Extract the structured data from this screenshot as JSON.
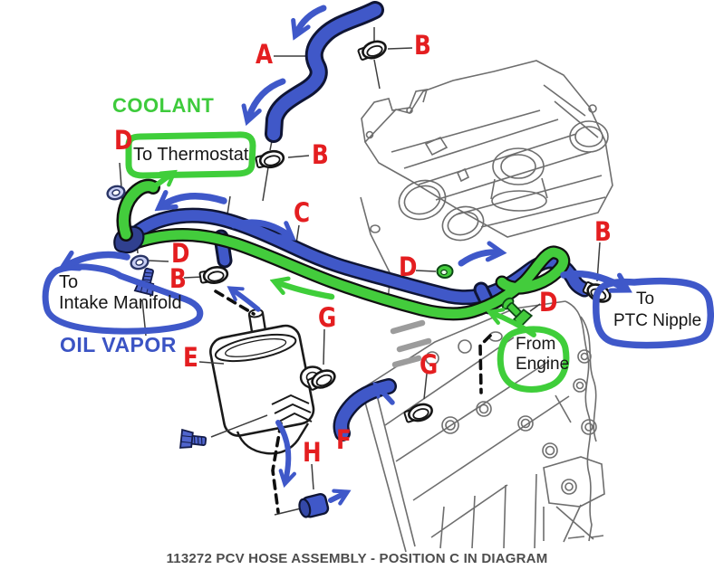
{
  "caption": "113272 PCV HOSE ASSEMBLY - POSITION C IN DIAGRAM",
  "flow_labels": {
    "coolant": "COOLANT",
    "oil_vapor": "OIL VAPOR"
  },
  "callouts": {
    "to_thermostat": {
      "text": "To Thermostat",
      "outline_color": "green"
    },
    "to_intake_manifold": {
      "line1": "To",
      "line2": "Intake Manifold",
      "outline_color": "blue"
    },
    "from_engine": {
      "line1": "From",
      "line2": "Engine",
      "outline_color": "green"
    },
    "to_ptc_nipple": {
      "line1": "To",
      "line2": "PTC Nipple",
      "outline_color": "blue"
    }
  },
  "part_labels": {
    "A": "A",
    "B": "B",
    "C": "C",
    "D": "D",
    "E": "E",
    "F": "F",
    "G": "G",
    "H": "H"
  },
  "colors": {
    "red_label": "#e41e20",
    "coolant_green": "#3ecb3c",
    "oil_vapor_blue": "#3b54c4",
    "arrow_blue": "#3f58c9",
    "arrow_green": "#3fce3a",
    "hose_blue": "#4058c8",
    "hose_green": "#43cc3c",
    "hose_outline": "#0f1535",
    "bolt_blue": "#5065cd",
    "washer_blue": "#c6cdf2",
    "line_art_gray": "#6e6e6e",
    "caption_gray": "#4d4d4d"
  }
}
